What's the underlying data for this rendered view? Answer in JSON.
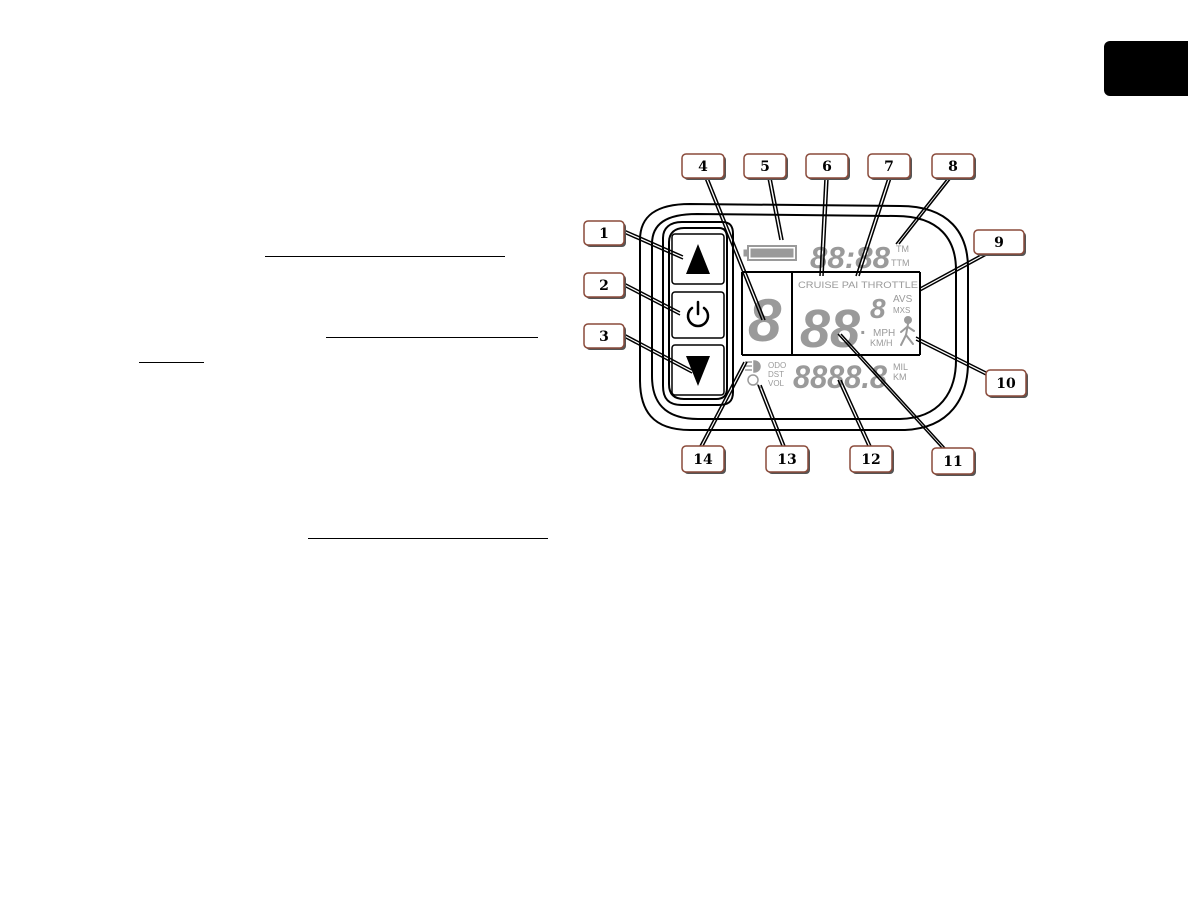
{
  "page": {
    "colors": {
      "callout_border": "#8a4a3a",
      "lcd_segment": "#9a9a9a",
      "outline": "#000000",
      "corner_tab": "#000000"
    }
  },
  "callouts": [
    "1",
    "2",
    "3",
    "4",
    "5",
    "6",
    "7",
    "8",
    "9",
    "10",
    "11",
    "12",
    "13",
    "14"
  ],
  "buttons": {
    "up_icon": "triangle-up-icon",
    "power_icon": "power-icon",
    "down_icon": "triangle-down-icon"
  },
  "lcd": {
    "time_digits": "88:88",
    "time_mode_1": "TM",
    "time_mode_2": "TTM",
    "modes": "CRUISE PAI THROTTLE",
    "level_digit": "8",
    "speed_digits": "88",
    "speed_decimal": ".",
    "speed_small_digit": "8",
    "avs": "AVS",
    "mxs": "MXS",
    "mph": "MPH",
    "kmh": "KM/H",
    "odo": "ODO",
    "dst": "DST",
    "vol": "VOL",
    "odo_digits": "8888.8",
    "mil": "MIL",
    "km": "KM"
  }
}
